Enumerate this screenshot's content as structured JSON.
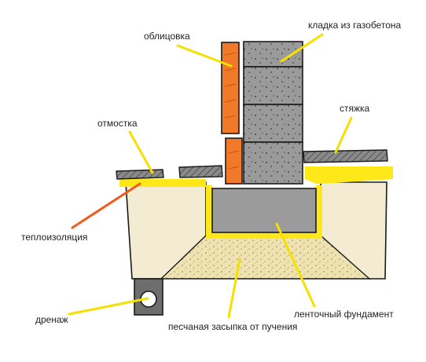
{
  "labels": {
    "facing": "облицовка",
    "masonry": "кладка из газобетона",
    "screed": "стяжка",
    "blind_area": "отмостка",
    "insulation": "теплоизоляция",
    "drainage": "дренаж",
    "strip_foundation": "ленточный фундамент",
    "sand_backfill": "песчаная засыпка от пучения"
  },
  "colors": {
    "outline": "#1a1a1a",
    "block": "#9a9a9a",
    "block_dark": "#8c8c8c",
    "foundation": "#9b9b9b",
    "brick": "#f07a2a",
    "insulation": "#ffe81a",
    "soil": "#f3ecd3",
    "sand": "#efe3b2",
    "pointer": "#f5e000",
    "pointer_red": "#f05a1a",
    "slab": "#8a8a8a",
    "gravel": "#6d6d6d"
  }
}
